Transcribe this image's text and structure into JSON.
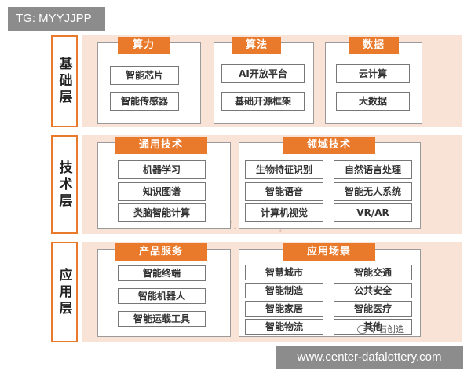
{
  "tag": "TG: MYYJJPP",
  "footer_url": "www.center-dafalottery.com",
  "watermark": "www.nsnap.com",
  "wechat_label": "矿石创造",
  "layers": [
    {
      "label": "基础层",
      "panels": [
        {
          "title": "算力",
          "items": [
            "智能芯片",
            "智能传感器"
          ]
        },
        {
          "title": "算法",
          "items": [
            "AI开放平台",
            "基础开源框架"
          ]
        },
        {
          "title": "数据",
          "items": [
            "云计算",
            "大数据"
          ]
        }
      ]
    },
    {
      "label": "技术层",
      "panels": [
        {
          "title": "通用技术",
          "items": [
            "机器学习",
            "知识图谱",
            "类脑智能计算"
          ]
        },
        {
          "title": "领域技术",
          "items": [
            "生物特征识别",
            "自然语言处理",
            "智能语音",
            "智能无人系统",
            "计算机视觉",
            "VR/AR"
          ]
        }
      ]
    },
    {
      "label": "应用层",
      "panels": [
        {
          "title": "产品服务",
          "items": [
            "智能终端",
            "智能机器人",
            "智能运载工具"
          ]
        },
        {
          "title": "应用场景",
          "items": [
            "智慧城市",
            "智能交通",
            "智能制造",
            "公共安全",
            "智能家居",
            "智能医疗",
            "智能物流",
            "其他"
          ]
        }
      ]
    }
  ],
  "colors": {
    "accent": "#e9792b",
    "band": "#f9e2d6",
    "label_bg": "#8c8c8c"
  }
}
